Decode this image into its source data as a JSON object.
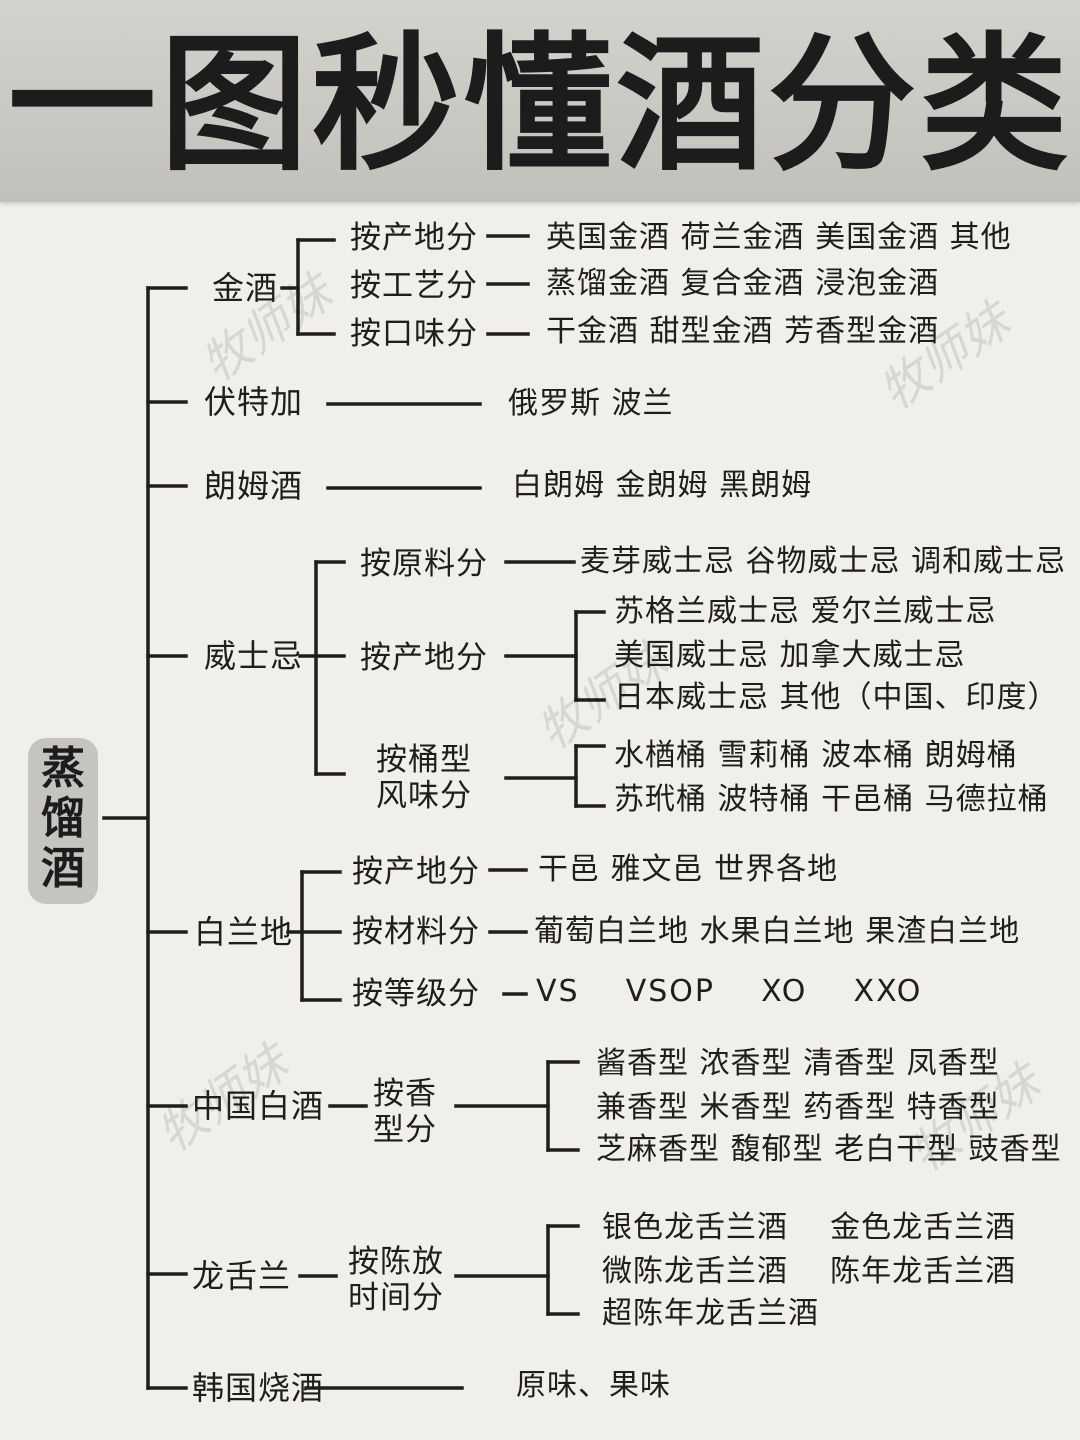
{
  "title": "一图秒懂酒分类",
  "root": "蒸馏酒",
  "watermark": "牧师妹",
  "gin": {
    "label": "金酒",
    "by_origin": {
      "label": "按产地分",
      "items": "英国金酒  荷兰金酒  美国金酒  其他"
    },
    "by_process": {
      "label": "按工艺分",
      "items": "蒸馏金酒  复合金酒  浸泡金酒"
    },
    "by_taste": {
      "label": "按口味分",
      "items": "干金酒  甜型金酒  芳香型金酒"
    }
  },
  "vodka": {
    "label": "伏特加",
    "items": "俄罗斯  波兰"
  },
  "rum": {
    "label": "朗姆酒",
    "items": "白朗姆  金朗姆  黑朗姆"
  },
  "whisky": {
    "label": "威士忌",
    "by_material": {
      "label": "按原料分",
      "items": "麦芽威士忌  谷物威士忌 调和威士忌"
    },
    "by_origin": {
      "label": "按产地分",
      "rows": [
        "苏格兰威士忌  爱尔兰威士忌",
        "美国威士忌  加拿大威士忌",
        "日本威士忌  其他（中国、印度）"
      ]
    },
    "by_cask": {
      "label": "按桶型风味分",
      "rows": [
        "水楢桶  雪莉桶  波本桶  朗姆桶",
        "苏玳桶  波特桶  干邑桶  马德拉桶"
      ]
    }
  },
  "brandy": {
    "label": "白兰地",
    "by_origin": {
      "label": "按产地分",
      "items": "干邑  雅文邑  世界各地"
    },
    "by_material": {
      "label": "按材料分",
      "items": "葡萄白兰地  水果白兰地  果渣白兰地"
    },
    "by_grade": {
      "label": "按等级分",
      "items": "VS    VSOP    XO    XXO"
    }
  },
  "baijiu": {
    "label": "中国白酒",
    "by_aroma": {
      "label": "按香型分",
      "rows": [
        "酱香型  浓香型  清香型  凤香型",
        "兼香型  米香型  药香型  特香型",
        "芝麻香型  馥郁型  老白干型  豉香型"
      ]
    }
  },
  "tequila": {
    "label": "龙舌兰",
    "by_age": {
      "label": "按陈放时间分",
      "rows": [
        "银色龙舌兰酒    金色龙舌兰酒",
        "微陈龙舌兰酒    陈年龙舌兰酒",
        "超陈年龙舌兰酒"
      ]
    }
  },
  "soju": {
    "label": "韩国烧酒",
    "items": "原味、果味"
  },
  "colors": {
    "background": "#f1efea",
    "header": "#c8c6c1",
    "ink": "#1e1e1e",
    "root_box": "#c6c4c0"
  }
}
